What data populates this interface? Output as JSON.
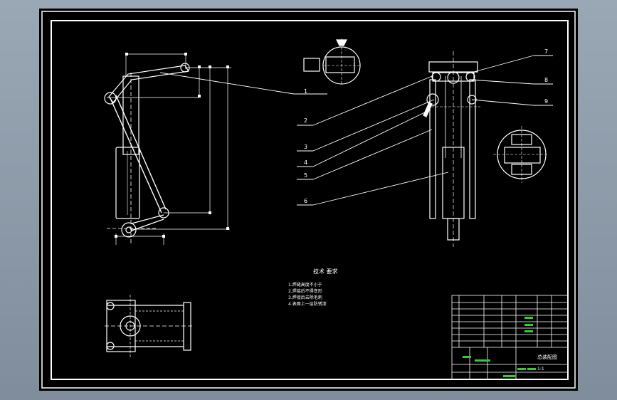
{
  "drawing": {
    "background": "#000000",
    "line_color": "#ffffff",
    "accent_color": "#33cc33",
    "tech_req_title": "技术 要求",
    "tech_req_lines": [
      "1.焊缝高度不小于",
      "2.焊接后不得变形",
      "3.焊接后去除毛刺",
      "4.表面上一层防锈漆"
    ],
    "leader_numbers": [
      "1",
      "2",
      "3",
      "4",
      "5",
      "6",
      "7",
      "8",
      "9"
    ],
    "title_block": {
      "drawing_title": "总装配图",
      "scale": "1:1"
    }
  }
}
